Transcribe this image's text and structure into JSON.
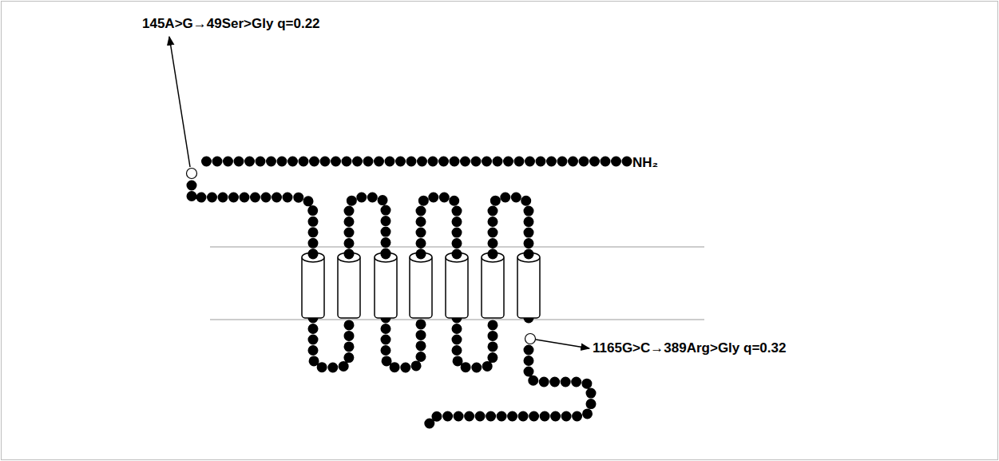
{
  "diagram": {
    "labels": [
      "145A>G→49Ser>Gly  q=0.22",
      "NH₂",
      "1165G>C→389Arg>Gly  q=0.32"
    ]
  }
}
